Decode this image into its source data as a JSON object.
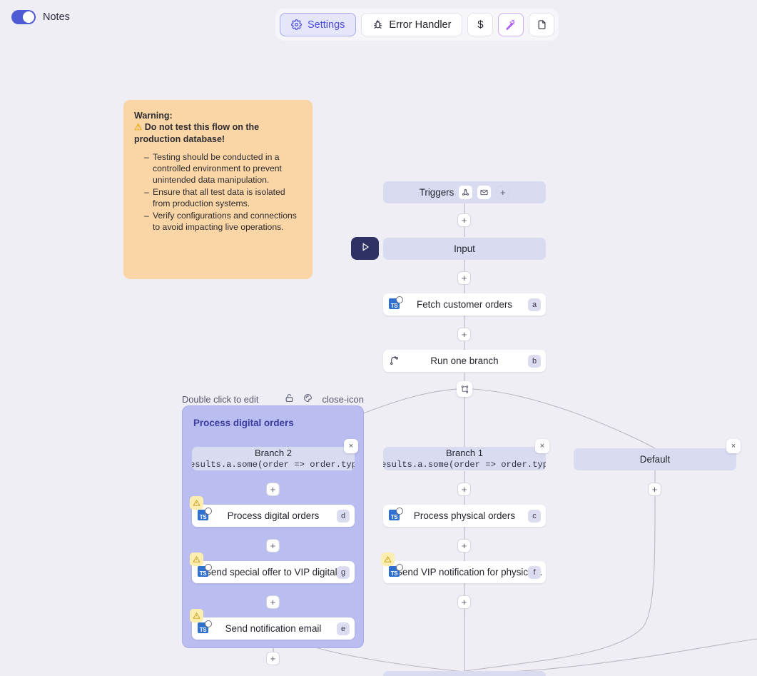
{
  "header": {
    "notes_label": "Notes",
    "notes_toggle_on": true,
    "buttons": [
      {
        "label": "Settings",
        "icon": "gear-icon",
        "active": true
      },
      {
        "label": "Error Handler",
        "icon": "bug-icon",
        "active": false
      },
      {
        "label": "$",
        "icon": "dollar-icon",
        "active": false
      },
      {
        "label": "",
        "icon": "magic-wand-icon",
        "active": false
      },
      {
        "label": "",
        "icon": "document-icon",
        "active": false
      }
    ]
  },
  "note": {
    "title": "Warning:",
    "headline": "Do not test this flow on the production database!",
    "warn_emoji": "⚠",
    "bullets": [
      "Testing should be conducted in a controlled environment to prevent unintended data manipulation.",
      "Ensure that all test data is isolated from production systems.",
      "Verify configurations and connections to avoid impacting live operations."
    ]
  },
  "flow": {
    "triggers": {
      "label": "Triggers",
      "icons": [
        "webhook-icon",
        "mail-icon"
      ],
      "add_label": "+"
    },
    "input": {
      "label": "Input",
      "run_icon": "play-icon"
    },
    "fetch": {
      "label": "Fetch customer orders",
      "badge": "a",
      "icon": "typescript-icon"
    },
    "run_one_branch": {
      "label": "Run one branch",
      "badge": "b",
      "icon": "branch-icon"
    },
    "split_icon": "split-branch-icon",
    "branches": [
      {
        "name": "Branch 2",
        "expression": "results.a.some(order => order.type",
        "close": "×",
        "in_group": true,
        "nodes": [
          {
            "label": "Process digital orders",
            "badge": "d",
            "warning": true,
            "icon": "typescript-icon"
          },
          {
            "label": "Send special offer to VIP digital c...",
            "badge": "g",
            "warning": true,
            "icon": "typescript-icon"
          },
          {
            "label": "Send notification email",
            "badge": "e",
            "warning": true,
            "icon": "typescript-icon"
          }
        ]
      },
      {
        "name": "Branch 1",
        "expression": "results.a.some(order => order.type",
        "close": "×",
        "in_group": false,
        "nodes": [
          {
            "label": "Process physical orders",
            "badge": "c",
            "warning": false,
            "icon": "typescript-icon"
          },
          {
            "label": "Send VIP notification for physical...",
            "badge": "f",
            "warning": true,
            "icon": "typescript-icon"
          }
        ]
      },
      {
        "name": "Default",
        "expression": "",
        "close": "×",
        "in_group": false,
        "nodes": []
      }
    ],
    "plus_label": "+"
  },
  "group": {
    "hint": "Double click to edit",
    "title": "Process digital orders",
    "icons": [
      "unlock-icon",
      "palette-icon",
      "close-icon"
    ]
  },
  "colors": {
    "accent": "#4f5bd5",
    "group_fill": "#b9bdf0",
    "lavender_node": "#d9dcf0",
    "note_bg": "#fad5a5",
    "canvas": "#eeeef4",
    "run_button": "#2d3163",
    "wand": "#a855f7"
  }
}
